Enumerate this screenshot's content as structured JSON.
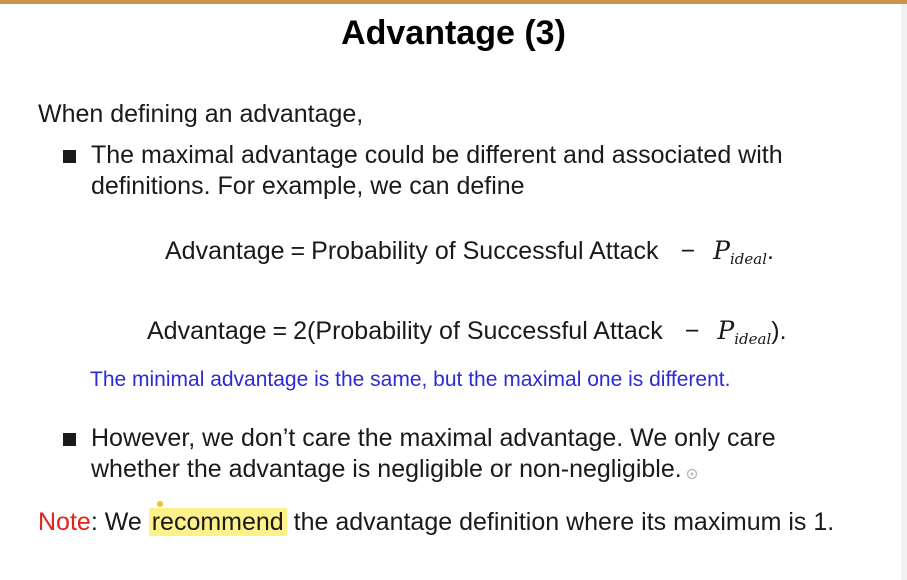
{
  "slide": {
    "title": "Advantage (3)",
    "intro": "When defining an advantage,",
    "bullets": [
      {
        "lines": [
          "The maximal advantage could be different and associated with",
          "definitions. For example, we can define"
        ]
      },
      {
        "lines": [
          "However, we don’t care the maximal advantage. We only care",
          "whether the advantage is negligible or non-negligible."
        ]
      }
    ],
    "equations": [
      {
        "lhs": "Advantage",
        "op": "=",
        "prefix": "",
        "term": "Probability of Successful Attack",
        "minus": "−",
        "p_symbol": "P",
        "p_subscript": "ideal",
        "suffix": "."
      },
      {
        "lhs": "Advantage",
        "op": "=",
        "prefix": "2(",
        "term": "Probability of Successful Attack",
        "minus": "−",
        "p_symbol": "P",
        "p_subscript": "ideal",
        "suffix": ")."
      }
    ],
    "blue_note": "The minimal advantage is the same, but the maximal one is different.",
    "note": {
      "label": "Note",
      "colon": ":",
      "before": " We ",
      "highlight": "recommend",
      "after": " the advantage definition where its maximum is 1."
    }
  },
  "colors": {
    "title": "#000000",
    "body_text": "#1a1a1a",
    "blue_note": "#2b2bd6",
    "note_label": "#e0241b",
    "highlight": "#fdf28a",
    "top_bar": "#c9934a"
  }
}
